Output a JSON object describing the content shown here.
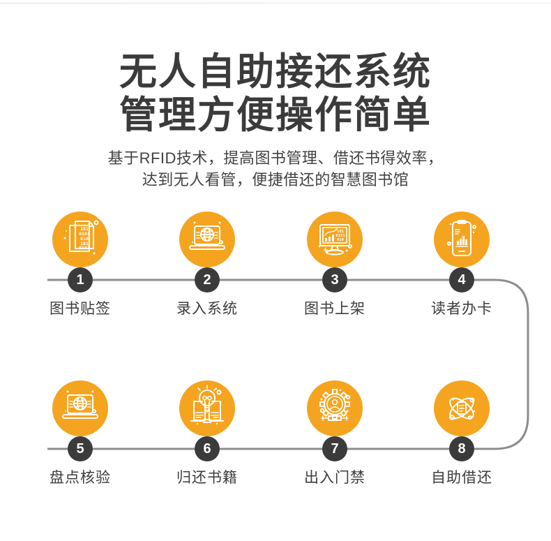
{
  "header": {
    "title_line1": "无人自助接还系统",
    "title_line2": "管理方便操作简单",
    "subtitle_line1": "基于RFID技术，提高图书管理、借还书得效率，",
    "subtitle_line2": "达到无人看管，便捷借还的智慧图书馆"
  },
  "colors": {
    "accent_orange": "#F5A41F",
    "badge_dark": "#3B3B3B",
    "connector_gray": "#8D8D8D",
    "title_text": "#3B3B3B"
  },
  "icon_art": {
    "binary_doc_rows": {
      "r1": "101",
      "r2": "0101",
      "r3": "010",
      "r4": "101",
      "r5": "0101"
    },
    "monitor_rows": {
      "r1": "101",
      "r2": "0101",
      "r3": "010"
    }
  },
  "steps": [
    {
      "number": "1",
      "label": "图书贴签",
      "icon": "binary-documents-icon"
    },
    {
      "number": "2",
      "label": "录入系统",
      "icon": "laptop-globe-icon"
    },
    {
      "number": "3",
      "label": "图书上架",
      "icon": "monitor-chart-icon"
    },
    {
      "number": "4",
      "label": "读者办卡",
      "icon": "phone-chart-icon"
    },
    {
      "number": "5",
      "label": "盘点核验",
      "icon": "laptop-globe-icon"
    },
    {
      "number": "6",
      "label": "归还书籍",
      "icon": "book-lightbulb-icon"
    },
    {
      "number": "7",
      "label": "出入门禁",
      "icon": "gear-person-icon"
    },
    {
      "number": "8",
      "label": "自助借还",
      "icon": "atom-orbit-icon"
    }
  ]
}
